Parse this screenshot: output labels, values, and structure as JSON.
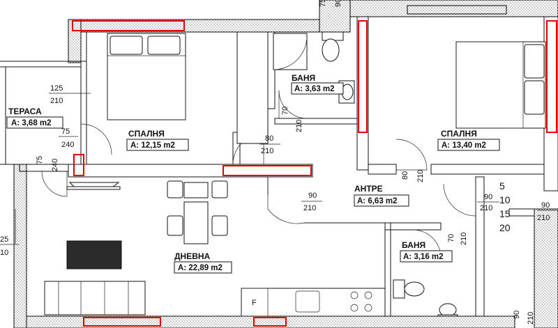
{
  "rooms": {
    "terrace": {
      "name": "ТЕРАСА",
      "area": "A: 3,68 m2"
    },
    "bedroom1": {
      "name": "СПАЛНЯ",
      "area": "A: 12,15 m2"
    },
    "bath1": {
      "name": "БАНЯ",
      "area": "A: 3,63 m2"
    },
    "bedroom2": {
      "name": "СПАЛНЯ",
      "area": "A: 13,40 m2"
    },
    "hall": {
      "name": "АНТРЕ",
      "area": "A: 6,63 m2"
    },
    "bath2": {
      "name": "БАНЯ",
      "area": "A: 3,16 m2"
    },
    "living": {
      "name": "ДНЕВНА",
      "area": "A: 22,89 m2"
    }
  },
  "doors": {
    "top_w": "75",
    "top_h": "90",
    "bath1_w": "70",
    "bath1_h": "210",
    "bed1_w": "80",
    "bed1_h": "210",
    "bed1_win_w": "125",
    "bed1_win_h": "210",
    "terrace_w": "75",
    "terrace_h": "240",
    "terrace_side_w": "75",
    "terrace_side_h": "240",
    "entry_w": "90",
    "entry_h": "210",
    "bed2_w": "80",
    "bed2_h": "210",
    "hall_right_w": "90",
    "hall_right_h": "210",
    "bath2_w": "70",
    "bath2_h": "210",
    "left_w": "25",
    "left_h": "10",
    "far_right_w": "90",
    "far_right_h": "210",
    "bottom_right_w": "90",
    "bottom_right_h": "210"
  },
  "scale": [
    "5",
    "10",
    "15",
    "20"
  ],
  "fridge_label": "F"
}
